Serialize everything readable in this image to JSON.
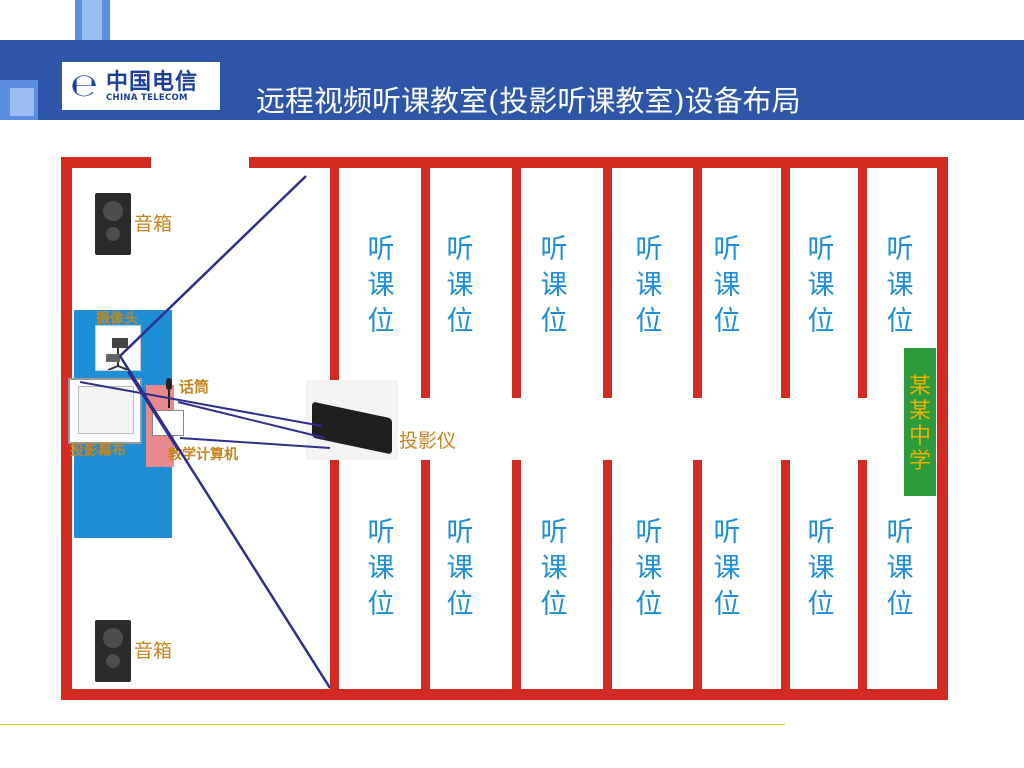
{
  "header": {
    "title": "远程视频听课教室(投影听课教室)设备布局",
    "logo_cn": "中国电信",
    "logo_en": "CHINA TELECOM",
    "logo_mark": "℮"
  },
  "floorplan": {
    "speaker_label": "音箱",
    "camera_label": "摄像头",
    "mic_label": "话筒",
    "screen_label": "投影幕布",
    "computer_label": "教学计算机",
    "projector_label": "投影仪",
    "seat_label_line1": "听",
    "seat_label_line2": "课",
    "seat_label_line3": "位",
    "school_label": "某某中学"
  },
  "colors": {
    "header_bar": "#2e56a8",
    "wall": "#d32a22",
    "platform": "#1e8fd6",
    "seat_text": "#1e8fd6",
    "school_bg": "#2d9a3c",
    "school_text": "#f0b000",
    "label_text": "#c8831c",
    "projection_lines": "#2e2e8c"
  }
}
